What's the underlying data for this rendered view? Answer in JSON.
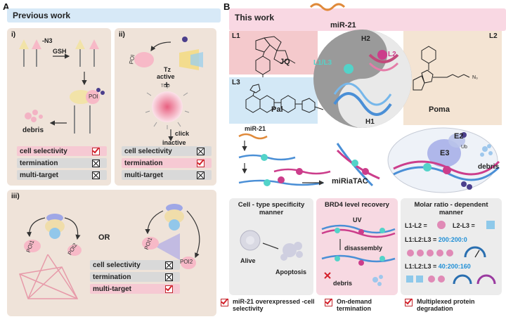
{
  "panel_a": {
    "letter": "A",
    "title": "Previous work",
    "sub_i": {
      "label": "i)",
      "n3": "-N3",
      "gsh": "GSH",
      "poi": "POI",
      "debris": "debris",
      "rows": [
        {
          "text": "cell selectivity",
          "mark": "check"
        },
        {
          "text": "termination",
          "mark": "x"
        },
        {
          "text": "multi-target",
          "mark": "x"
        }
      ]
    },
    "sub_ii": {
      "label": "ii)",
      "poi": "POI",
      "tz": "Tz",
      "active": "active",
      "click": "click",
      "inactive": "inactive",
      "tco": "TCO",
      "rows": [
        {
          "text": "cell selectivity",
          "mark": "x"
        },
        {
          "text": "termination",
          "mark": "check"
        },
        {
          "text": "multi-target",
          "mark": "x"
        }
      ]
    },
    "sub_iii": {
      "label": "iii)",
      "poi1": "POI1",
      "poi2": "POI2",
      "or": "OR",
      "rows": [
        {
          "text": "cell selectivity",
          "mark": "x"
        },
        {
          "text": "termination",
          "mark": "x"
        },
        {
          "text": "multi-target",
          "mark": "check"
        }
      ]
    }
  },
  "panel_b": {
    "letter": "B",
    "title": "This work",
    "mir21_top": "miR-21",
    "l1": "L1",
    "l2": "L2",
    "l3": "L3",
    "jq": "JQ",
    "poma": "Poma",
    "pal": "Pal",
    "h1": "H1",
    "h2": "H2",
    "l1l3": "L1/L3",
    "l2_label": "L2",
    "mir21_mid": "miR-21",
    "miriatac": "miRiaTAC",
    "e3": "E3",
    "e2": "E2",
    "ub": "Ub",
    "debris": "debris",
    "boxes": [
      {
        "title": "Cell - type specificity manner",
        "alive": "Alive",
        "apoptosis": "Apoptosis"
      },
      {
        "title": "BRD4 level recovery",
        "uv": "UV",
        "disassembly": "disassembly",
        "debris": "debris"
      },
      {
        "title": "Molar ratio - dependent manner",
        "eq1": "L1-L2 =",
        "eq2": "L2-L3 =",
        "ratio1_prefix": "L1:L2:L3 = ",
        "ratio1": "200:200:0",
        "ratio2_prefix": "L1:L2:L3 = ",
        "ratio2": "40:200:160"
      }
    ],
    "bottom": [
      "miR-21 overexpressed -cell selectivity",
      "On-demand termination",
      "Multiplexed protein degradation"
    ]
  },
  "colors": {
    "blue_title": "#d7e9f7",
    "pink_title": "#f9d8e3",
    "beige": "#efe3d9",
    "pink_row": "#f6c9d3",
    "grey_row": "#d9d9d9",
    "cyan": "#53d3c9",
    "magenta": "#cc3d8b"
  }
}
